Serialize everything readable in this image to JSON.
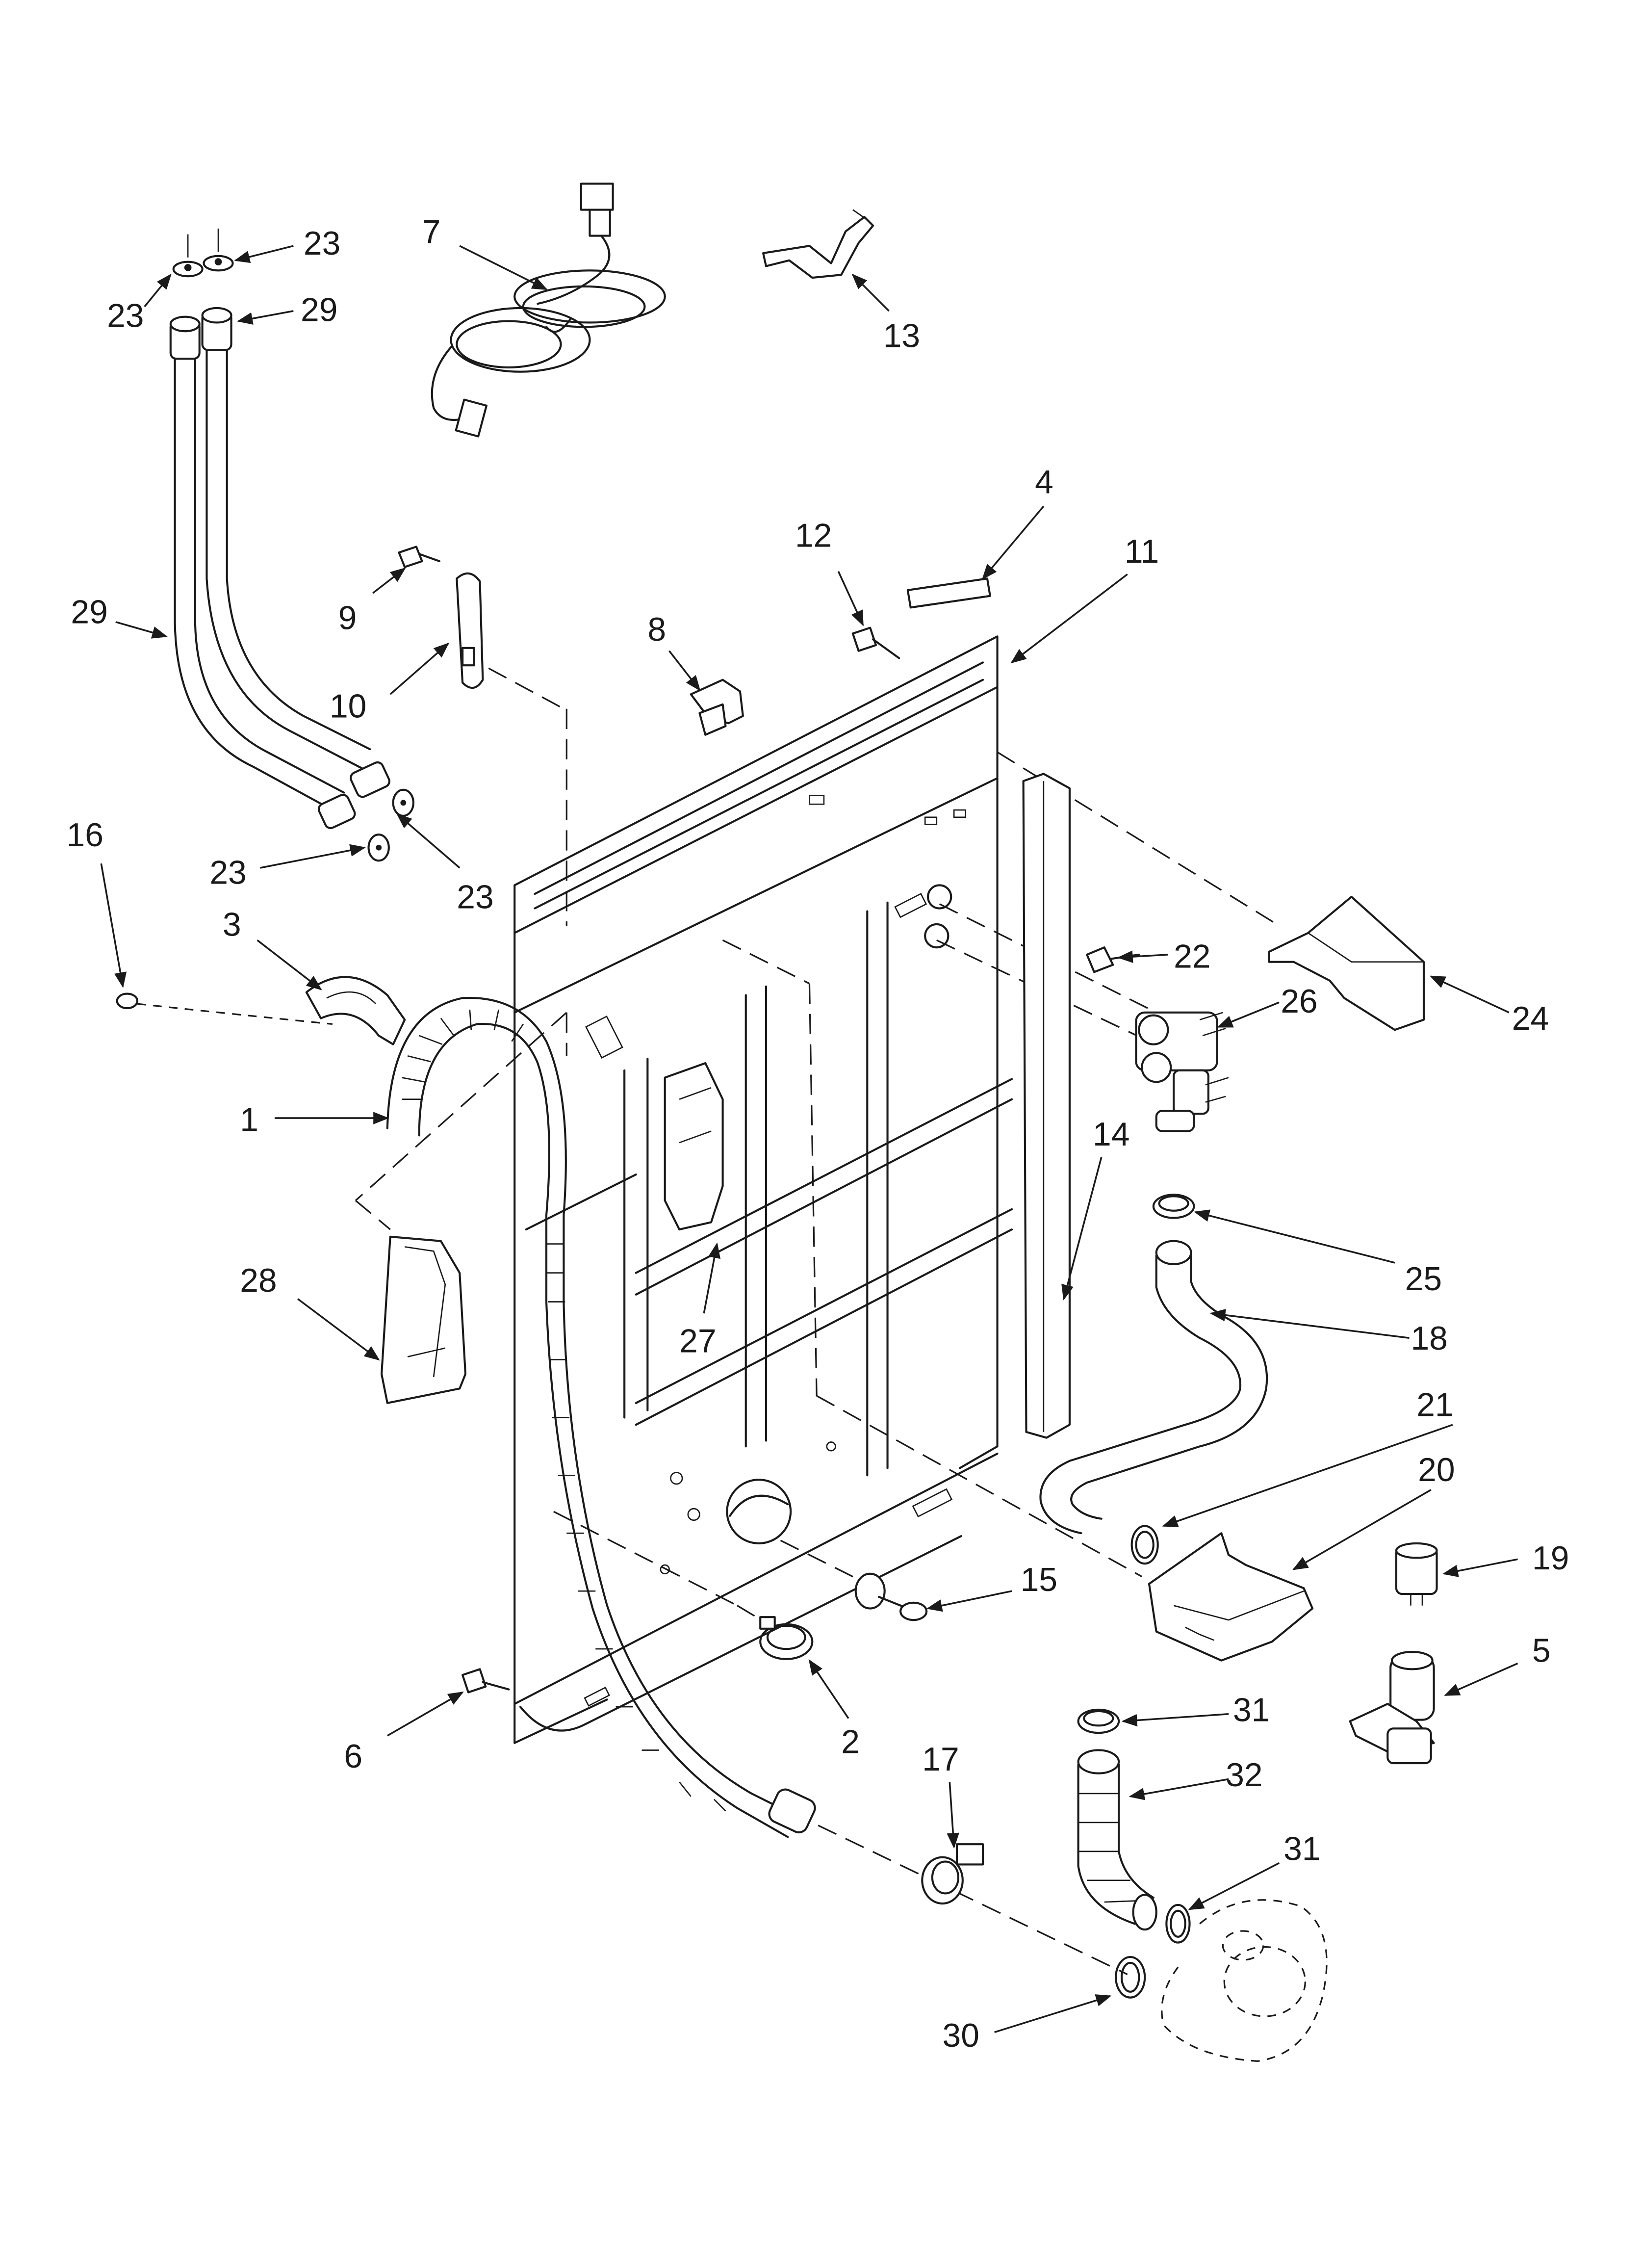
{
  "callouts": [
    {
      "id": "c1",
      "text": "1"
    },
    {
      "id": "c2",
      "text": "2"
    },
    {
      "id": "c3",
      "text": "3"
    },
    {
      "id": "c4",
      "text": "4"
    },
    {
      "id": "c5",
      "text": "5"
    },
    {
      "id": "c6",
      "text": "6"
    },
    {
      "id": "c7",
      "text": "7"
    },
    {
      "id": "c8",
      "text": "8"
    },
    {
      "id": "c9",
      "text": "9"
    },
    {
      "id": "c10",
      "text": "10"
    },
    {
      "id": "c11",
      "text": "11"
    },
    {
      "id": "c12",
      "text": "12"
    },
    {
      "id": "c13",
      "text": "13"
    },
    {
      "id": "c14",
      "text": "14"
    },
    {
      "id": "c15",
      "text": "15"
    },
    {
      "id": "c16",
      "text": "16"
    },
    {
      "id": "c17",
      "text": "17"
    },
    {
      "id": "c18",
      "text": "18"
    },
    {
      "id": "c19",
      "text": "19"
    },
    {
      "id": "c20",
      "text": "20"
    },
    {
      "id": "c21",
      "text": "21"
    },
    {
      "id": "c22",
      "text": "22"
    },
    {
      "id": "c23a",
      "text": "23"
    },
    {
      "id": "c23b",
      "text": "23"
    },
    {
      "id": "c23c",
      "text": "23"
    },
    {
      "id": "c23d",
      "text": "23"
    },
    {
      "id": "c24",
      "text": "24"
    },
    {
      "id": "c25",
      "text": "25"
    },
    {
      "id": "c26",
      "text": "26"
    },
    {
      "id": "c27",
      "text": "27"
    },
    {
      "id": "c28",
      "text": "28"
    },
    {
      "id": "c29a",
      "text": "29"
    },
    {
      "id": "c29b",
      "text": "29"
    },
    {
      "id": "c30",
      "text": "30"
    },
    {
      "id": "c31a",
      "text": "31"
    },
    {
      "id": "c31b",
      "text": "31"
    },
    {
      "id": "c32",
      "text": "32"
    }
  ]
}
